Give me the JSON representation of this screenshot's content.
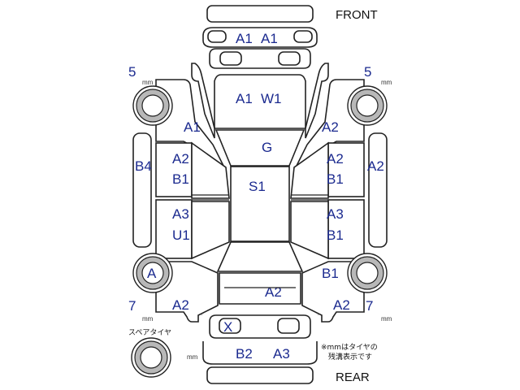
{
  "labels": {
    "front": "FRONT",
    "rear": "REAR",
    "spare_tire": "スペアタイヤ",
    "note_line1": "※mmはタイヤの",
    "note_line2": "残溝表示です",
    "mm": "mm"
  },
  "tire_depth": {
    "front_left": "5",
    "front_right": "5",
    "rear_left": "7",
    "rear_right": "7"
  },
  "damage_codes": {
    "front_panel": [
      "A1",
      "A1"
    ],
    "hood": [
      "A1",
      "W1"
    ],
    "front_left_fender": "A1",
    "front_right_fender": "A2",
    "windshield": "G",
    "roof": "S1",
    "left_rocker": "B4",
    "right_rocker": "A2",
    "left_front_door": [
      "A2",
      "B1"
    ],
    "left_rear_door": [
      "A3",
      "U1"
    ],
    "right_front_door": [
      "A2",
      "B1"
    ],
    "right_rear_door": [
      "A3",
      "B1"
    ],
    "rear_left_tire": "A",
    "right_rear_wheel_area": "B1",
    "trunk": "A2",
    "rear_left_quarter": "A2",
    "rear_right_quarter": "A2",
    "rear_lamp_left": "X",
    "rear_bumper": [
      "B2",
      "A3"
    ]
  }
}
